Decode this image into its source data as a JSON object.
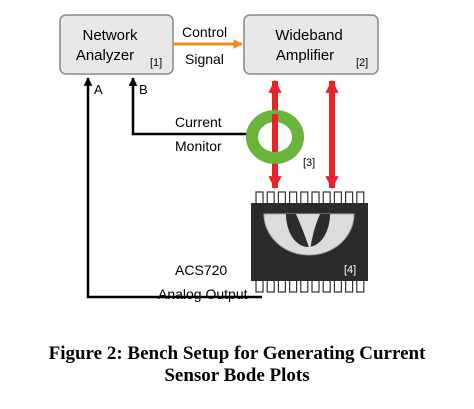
{
  "diagram": {
    "network_analyzer": {
      "line1": "Network",
      "line2": "Analyzer",
      "tag": "[1]"
    },
    "amplifier": {
      "line1": "Wideband",
      "line2": "Amplifier",
      "tag": "[2]"
    },
    "control_signal": {
      "line1": "Control",
      "line2": "Signal"
    },
    "port_a": "A",
    "port_b": "B",
    "current_monitor": {
      "line1": "Current",
      "line2": "Monitor",
      "tag": "[3]"
    },
    "chip": {
      "tag": "[4]"
    },
    "acs720": {
      "line1": "ACS720",
      "line2": "Analog Output"
    },
    "colors": {
      "box_fill": "#e8e8e8",
      "box_stroke": "#888888",
      "control_arrow": "#f08a24",
      "current_arrow": "#e8232a",
      "monitor_ring": "#6ab43a",
      "chip_body": "#2b2b2b"
    }
  },
  "caption": {
    "line1": "Figure 2: Bench Setup for Generating Current",
    "line2": "Sensor Bode Plots"
  }
}
